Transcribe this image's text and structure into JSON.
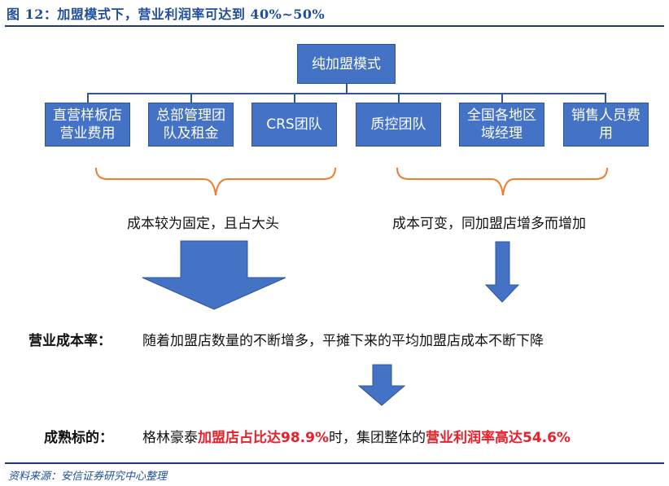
{
  "title": "图 12：加盟模式下，营业利润率可达到 40%~50%",
  "root": "纯加盟模式",
  "fixed_costs": [
    "直营样板店\n营业费用",
    "总部管理团\n队及租金",
    "CRS团队"
  ],
  "variable_costs": [
    "质控团队",
    "全国各地区\n域经理",
    "销售人员费\n用"
  ],
  "fixed_note": "成本较为固定，且占大头",
  "variable_note": "成本可变，同加盟店增多而增加",
  "operating_cost_label": "营业成本率：",
  "operating_cost_text": "随着加盟店数量的不断增多，平摊下来的平均加盟店成本不断下降",
  "mature_label": "成熟标的：",
  "mature_parts": {
    "p1": "格林豪泰",
    "p2": "加盟店占比达98.9%",
    "p3": "时，集团整体的",
    "p4": "营业利润率高达54.6%"
  },
  "source": "资料来源：安信证券研究中心整理",
  "colors": {
    "box_fill": "#4472C4",
    "bracket": "#ED7D31",
    "highlight": "#E8202A",
    "title": "#1F4E9C"
  }
}
